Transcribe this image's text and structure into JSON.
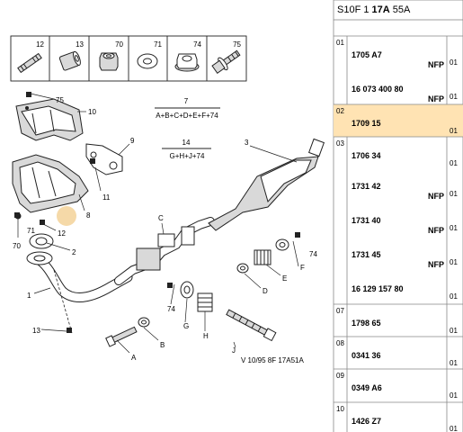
{
  "header": {
    "code_prefix": "S10F 1 ",
    "code_bold": "17A",
    "code_suffix": " 55A"
  },
  "accent": "#ffe3b3",
  "highlight_dot": "#f5d9a8",
  "fastener_legend": [
    {
      "num": "12",
      "icon": "stud-icon"
    },
    {
      "num": "13",
      "icon": "sleeve-nut-icon"
    },
    {
      "num": "70",
      "icon": "hex-spacer-icon"
    },
    {
      "num": "71",
      "icon": "washer-icon"
    },
    {
      "num": "74",
      "icon": "flange-nut-icon"
    },
    {
      "num": "75",
      "icon": "flange-bolt-icon"
    }
  ],
  "formulas": {
    "f7_num": "7",
    "f7_text": "A+B+C+D+E+F+74",
    "f14_num": "14",
    "f14_text": "G+H+J+74"
  },
  "callouts": {
    "c75": "75",
    "c10": "10",
    "c9": "9",
    "c3": "3",
    "c11": "11",
    "c8": "8",
    "c71": "71",
    "c12": "12",
    "c70": "70",
    "c2": "2",
    "c1": "1",
    "c13": "13",
    "cC": "C",
    "c74a": "74",
    "cF": "F",
    "cE": "E",
    "cD": "D",
    "c74b": "74",
    "cG": "G",
    "cH": "H",
    "cJ": "J",
    "cB": "B",
    "cA": "A"
  },
  "footer_ref": "V 10/95 8F 17A51A",
  "rows": [
    {
      "group": "01",
      "qty": "01",
      "ref": "1705 A7",
      "nfp": "NFP"
    },
    {
      "group": "",
      "qty": "01",
      "ref": "16 073 400 80",
      "nfp": "NFP"
    },
    {
      "group": "02",
      "qty": "01",
      "ref": "1709 15",
      "nfp": ""
    },
    {
      "group": "03",
      "qty": "01",
      "ref": "1706 34",
      "nfp": ""
    },
    {
      "group": "",
      "qty": "01",
      "ref": "1731 42",
      "nfp": "NFP"
    },
    {
      "group": "",
      "qty": "01",
      "ref": "1731 40",
      "nfp": "NFP"
    },
    {
      "group": "",
      "qty": "01",
      "ref": "1731 45",
      "nfp": "NFP"
    },
    {
      "group": "",
      "qty": "01",
      "ref": "16 129 157 80",
      "nfp": ""
    },
    {
      "group": "07",
      "qty": "01",
      "ref": "1798 65",
      "nfp": ""
    },
    {
      "group": "08",
      "qty": "01",
      "ref": "0341 36",
      "nfp": ""
    },
    {
      "group": "09",
      "qty": "01",
      "ref": "0349 A6",
      "nfp": ""
    },
    {
      "group": "10",
      "qty": "01",
      "ref": "1426 Z7",
      "nfp": ""
    }
  ]
}
